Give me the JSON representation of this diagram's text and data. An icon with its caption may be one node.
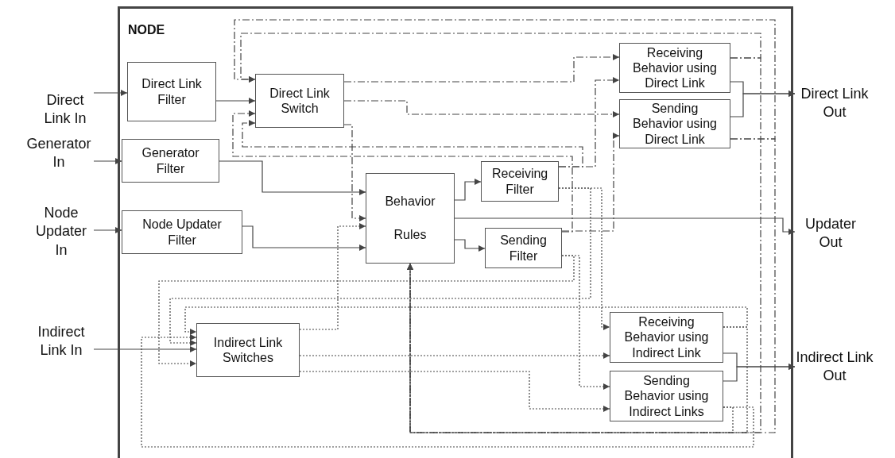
{
  "diagram": {
    "nodes": [
      {
        "text": [
          "NODE"
        ]
      },
      {
        "text": [
          "Direct Link Filter"
        ],
        "in": 0
      },
      {
        "text": [
          "Direct Link Switch"
        ],
        "in": 0
      },
      {
        "text": [
          "Generator Filter"
        ],
        "in": 0
      },
      {
        "text": [
          "Node Updater Filter"
        ],
        "in": 0
      },
      {
        "text": [
          "Behavior Rules"
        ],
        "in": 0
      },
      {
        "text": [
          "Receiving Filter"
        ],
        "in": 0
      },
      {
        "text": [
          "Sending Filter"
        ],
        "in": 0
      },
      {
        "text": [
          "Receiving Behavior using Direct Link"
        ],
        "in": 0
      },
      {
        "text": [
          "Sending Behavior using Direct Link"
        ],
        "in": 0
      },
      {
        "text": [
          "Indirect Link Switches"
        ],
        "in": 0
      },
      {
        "text": [
          "Receiving Behavior using Indirect Link"
        ],
        "in": 0
      },
      {
        "text": [
          "Sending Behavior using Indirect Links"
        ],
        "in": 0
      },
      {
        "text": [
          "Direct Link In"
        ]
      },
      {
        "text": [
          "Generator In"
        ]
      },
      {
        "text": [
          "Node Updater In"
        ]
      },
      {
        "text": [
          "Indirect Link In"
        ]
      },
      {
        "text": [
          "Direct Link Out"
        ]
      },
      {
        "text": [
          "Updater Out"
        ]
      },
      {
        "text": [
          "Indirect Link Out"
        ]
      }
    ],
    "edges": [
      {
        "from": 13,
        "to": 1,
        "arrow": "to"
      },
      {
        "from": 1,
        "to": 2,
        "arrow": "to"
      },
      {
        "from": 14,
        "to": 3,
        "arrow": "to"
      },
      {
        "from": 3,
        "to": 5,
        "arrow": "to"
      },
      {
        "from": 15,
        "to": 4,
        "arrow": "to"
      },
      {
        "from": 4,
        "to": 5,
        "arrow": "to"
      },
      {
        "from": 16,
        "to": 10,
        "arrow": "to"
      },
      {
        "from": 5,
        "to": 6,
        "arrow": "to"
      },
      {
        "from": 5,
        "to": 7,
        "arrow": "to"
      },
      {
        "from": 5,
        "to": 18,
        "arrow": "to"
      },
      {
        "from": 8,
        "to": 17,
        "arrow": "to"
      },
      {
        "from": 9,
        "to": 17,
        "arrow": "to"
      },
      {
        "from": 11,
        "to": 19,
        "arrow": "to"
      },
      {
        "from": 12,
        "to": 19,
        "arrow": "to"
      },
      {
        "from": 2,
        "to": 8,
        "arrow": "to",
        "style": "dashed"
      },
      {
        "from": 2,
        "to": 9,
        "arrow": "to",
        "style": "dashed"
      },
      {
        "from": 6,
        "to": 8,
        "arrow": "to",
        "style": "dashed"
      },
      {
        "from": 7,
        "to": 9,
        "arrow": "to",
        "style": "dashed"
      },
      {
        "from": 8,
        "to": 2,
        "arrow": "to",
        "style": "dashed"
      },
      {
        "from": 9,
        "to": 2,
        "arrow": "to",
        "style": "dashed"
      },
      {
        "from": 6,
        "to": 2,
        "arrow": "to",
        "style": "dashed"
      },
      {
        "from": 7,
        "to": 2,
        "arrow": "to",
        "style": "dashed"
      },
      {
        "from": 2,
        "to": 5,
        "arrow": "to",
        "style": "dashed"
      },
      {
        "from": 10,
        "to": 5,
        "arrow": "to",
        "style": "dashed"
      },
      {
        "from": 10,
        "to": 11,
        "arrow": "to",
        "style": "dashed"
      },
      {
        "from": 10,
        "to": 12,
        "arrow": "to",
        "style": "dashed"
      },
      {
        "from": 6,
        "to": 11,
        "arrow": "to",
        "style": "dashed"
      },
      {
        "from": 7,
        "to": 12,
        "arrow": "to",
        "style": "dashed"
      },
      {
        "from": 7,
        "to": 10,
        "arrow": "to",
        "style": "dashed"
      },
      {
        "from": 6,
        "to": 10,
        "arrow": "to",
        "style": "dashed"
      },
      {
        "from": 11,
        "to": 10,
        "arrow": "to",
        "style": "dashed"
      },
      {
        "from": 12,
        "to": 10,
        "arrow": "to",
        "style": "dashed"
      },
      {
        "from": 8,
        "to": 5,
        "arrow": "to",
        "style": "dashed"
      },
      {
        "from": 9,
        "to": 5,
        "arrow": "to",
        "style": "dashed"
      },
      {
        "from": 11,
        "to": 5,
        "arrow": "to",
        "style": "dashed"
      },
      {
        "from": 12,
        "to": 5,
        "arrow": "to",
        "style": "dashed"
      }
    ]
  }
}
